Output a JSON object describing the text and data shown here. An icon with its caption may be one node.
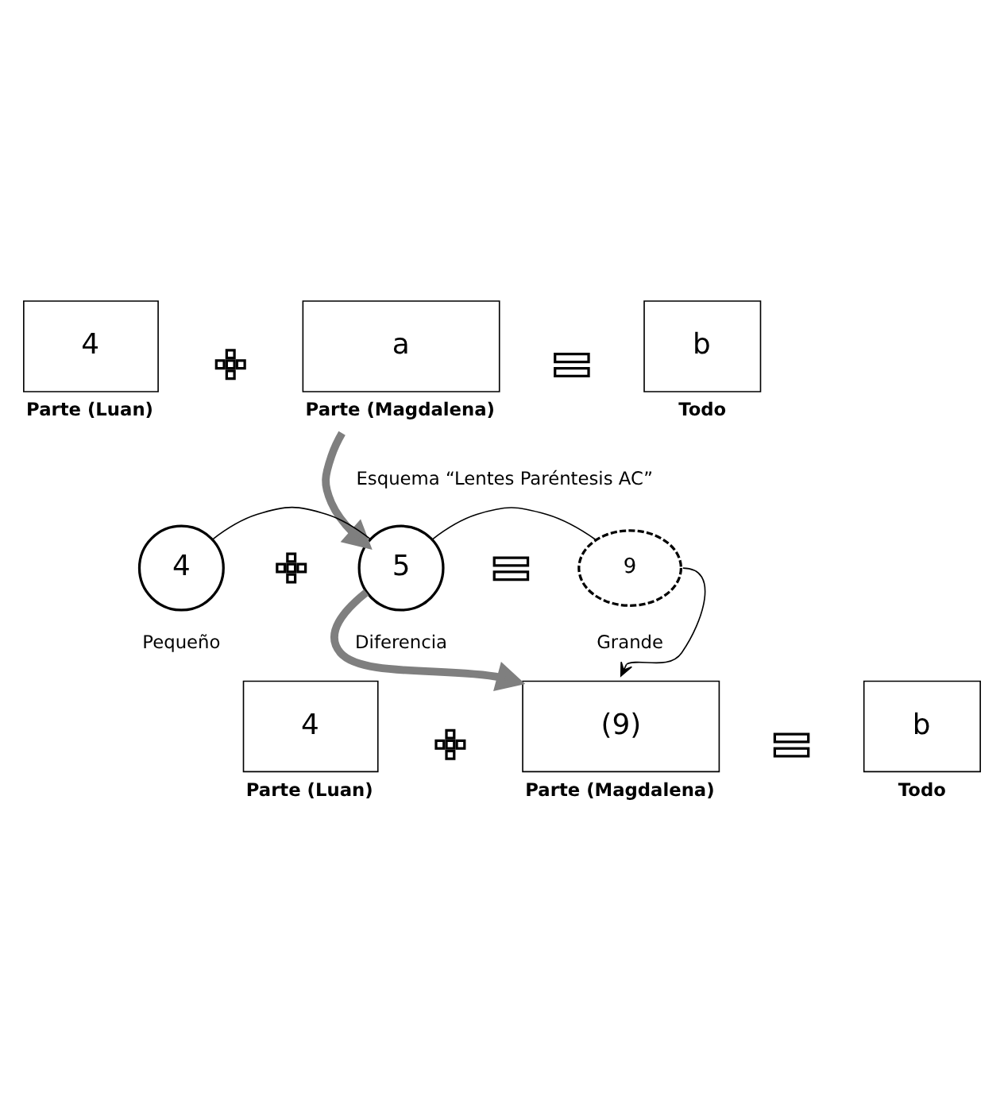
{
  "diagram": {
    "nodes": [
      {
        "text": [
          "4"
        ],
        "beside": [
          "Parte (Luan)"
        ]
      },
      {
        "text": [],
        "shape": "plus"
      },
      {
        "text": [
          "a"
        ],
        "beside": [
          "Parte (Magdalena)"
        ]
      },
      {
        "text": [],
        "shape": "equals"
      },
      {
        "text": [
          "b"
        ],
        "beside": [
          "Todo"
        ]
      },
      {
        "text": [
          "4"
        ],
        "beside": [
          "Pequeño"
        ]
      },
      {
        "text": [],
        "shape": "plus"
      },
      {
        "text": [
          "5"
        ],
        "beside": [
          "Diferencia"
        ]
      },
      {
        "text": [],
        "shape": "equals"
      },
      {
        "text": [
          "9"
        ],
        "beside": [
          "Grande"
        ]
      },
      {
        "text": [
          "4"
        ],
        "beside": [
          "Parte (Luan)"
        ]
      },
      {
        "text": [],
        "shape": "plus"
      },
      {
        "text": [
          "(9)"
        ],
        "beside": [
          "Parte (Magdalena)"
        ]
      },
      {
        "text": [],
        "shape": "equals"
      },
      {
        "text": [
          "b"
        ],
        "beside": [
          "Todo"
        ]
      }
    ],
    "edges": [
      {
        "from": 2,
        "to": 7,
        "arrow": "to",
        "style": "thick",
        "color": "#7f7f7f"
      },
      {
        "from": 5,
        "to": 7,
        "arrow": "none"
      },
      {
        "from": 7,
        "to": 9,
        "arrow": "none"
      },
      {
        "from": 9,
        "to": 12,
        "arrow": "to"
      },
      {
        "from": 7,
        "to": 12,
        "arrow": "to",
        "style": "thick",
        "color": "#7f7f7f"
      }
    ],
    "labels": [
      "Esquema “Lentes Paréntesis AC”"
    ]
  }
}
